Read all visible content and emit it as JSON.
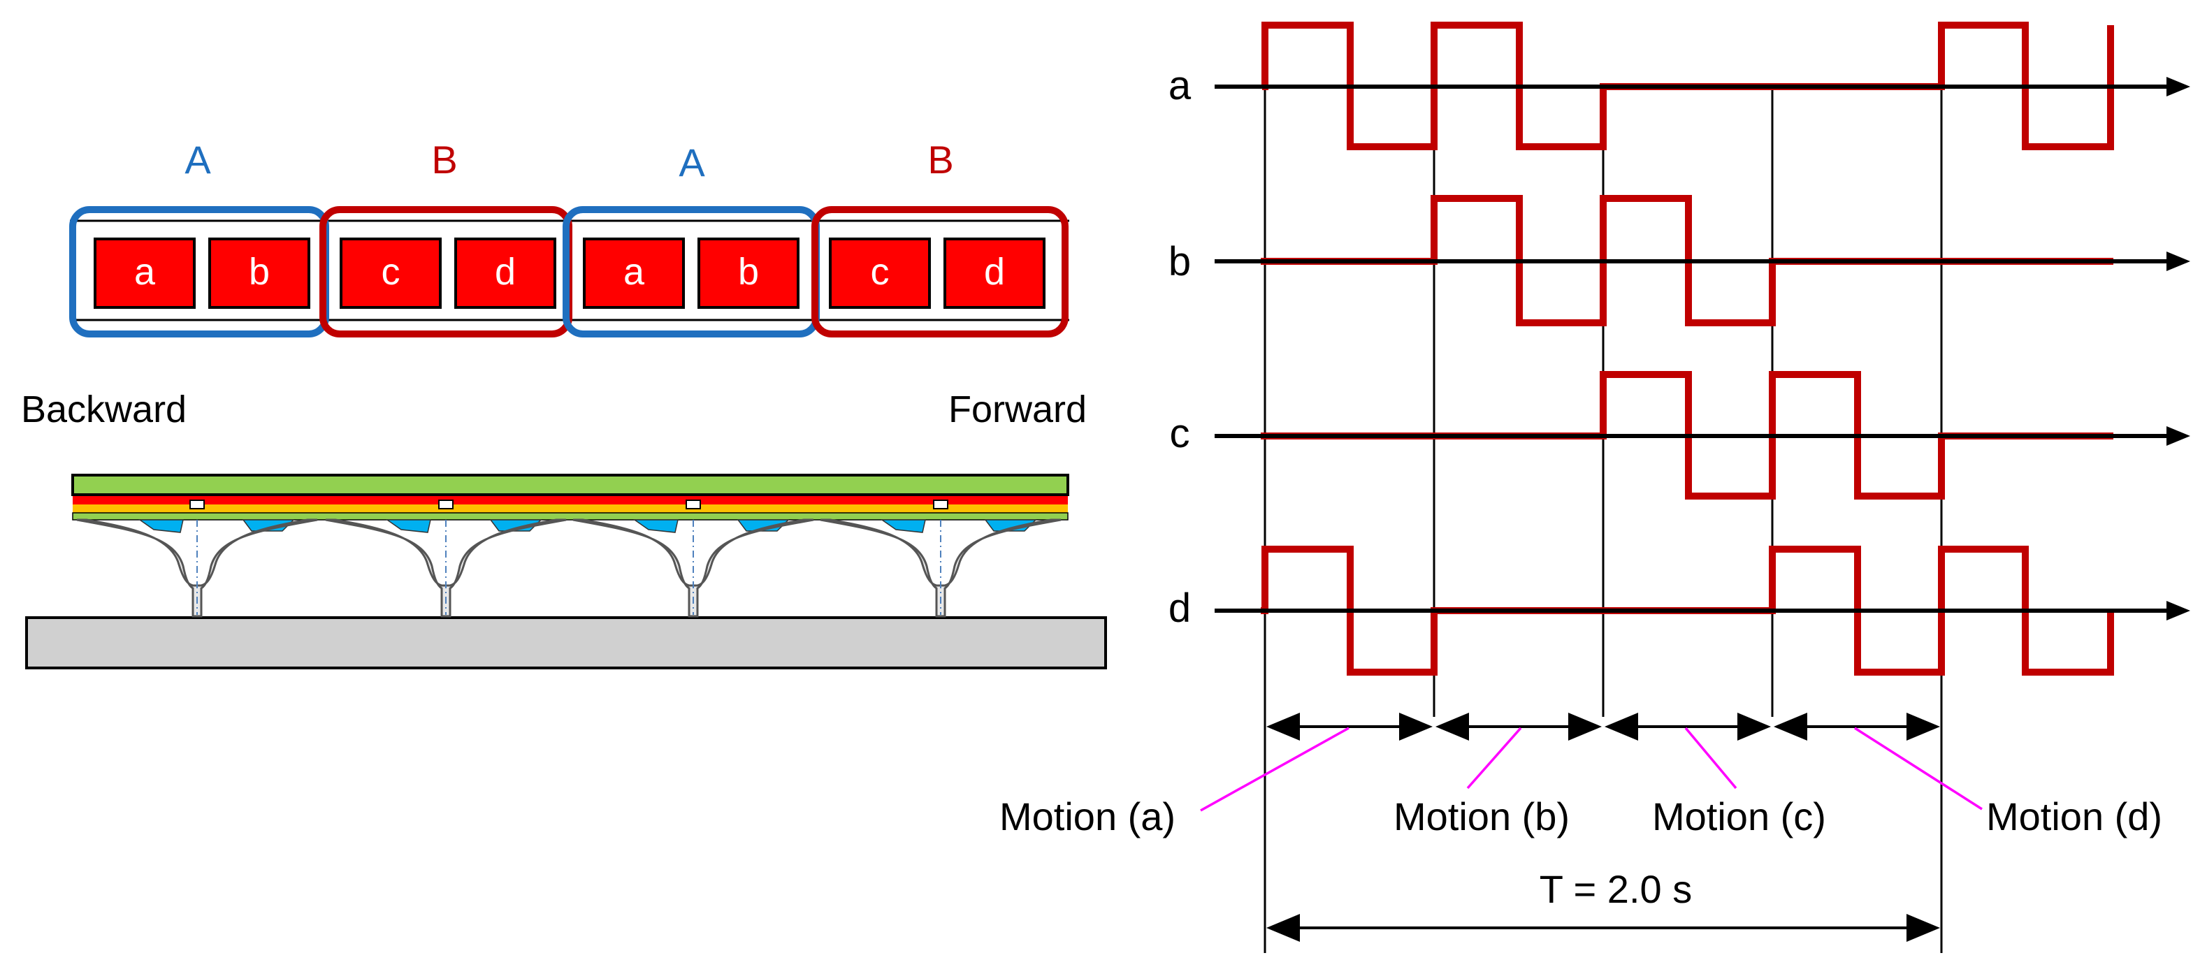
{
  "groups": [
    "A",
    "B",
    "A",
    "B"
  ],
  "segments": [
    "a",
    "b",
    "c",
    "d",
    "a",
    "b",
    "c",
    "d"
  ],
  "direction": {
    "backward": "Backward",
    "forward": "Forward"
  },
  "signals": [
    "a",
    "b",
    "c",
    "d"
  ],
  "motions": [
    "Motion (a)",
    "Motion (b)",
    "Motion (c)",
    "Motion (d)"
  ],
  "period": "T = 2.0 s",
  "colors": {
    "group_A": "#1f6fbf",
    "group_B": "#c00000",
    "segment_fill": "#ff0000",
    "signal": "#c00000",
    "callout": "#ff00ff",
    "top_layer": "#92d050",
    "middle_layer": "#ffc000",
    "pad": "#00b0f0",
    "ground": "#d0d0d0"
  }
}
